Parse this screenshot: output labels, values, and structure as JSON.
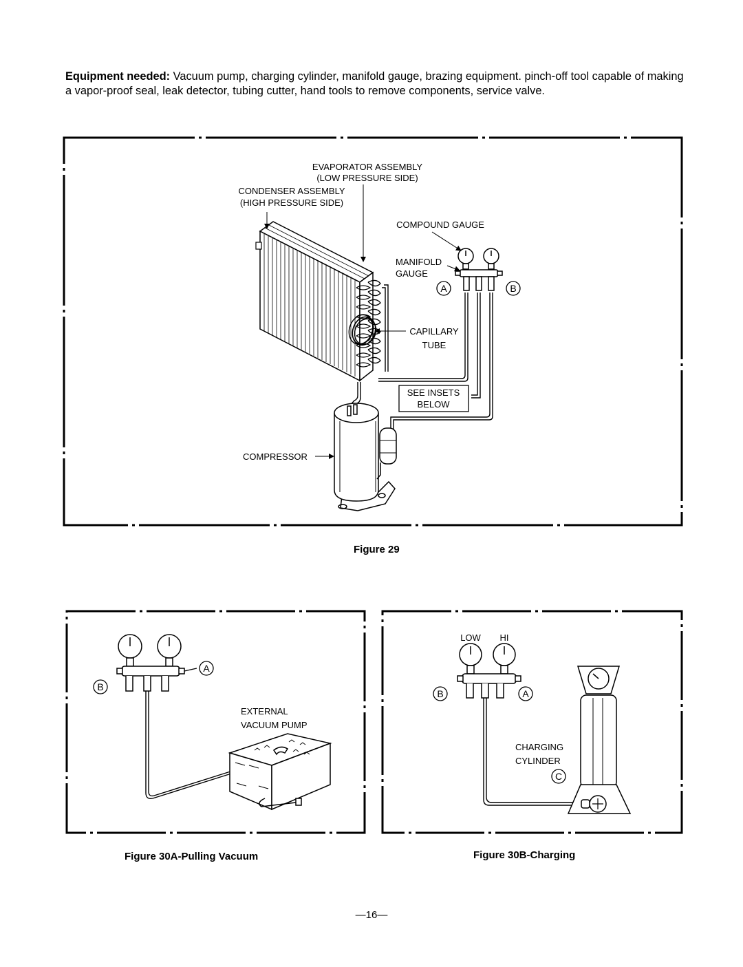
{
  "intro": {
    "lead": "Equipment needed:",
    "text": " Vacuum pump, charging cylinder, manifold gauge, brazing equipment. pinch-off tool capable of making a vapor-proof seal, leak detector, tubing cutter, hand tools to remove components, service valve."
  },
  "figure29": {
    "caption": "Figure 29",
    "labels": {
      "evap1": "EVAPORATOR ASSEMBLY",
      "evap2": "(LOW PRESSURE SIDE)",
      "cond1": "CONDENSER ASSEMBLY",
      "cond2": "(HIGH PRESSURE SIDE)",
      "compound": "COMPOUND GAUGE",
      "manifold1": "MANIFOLD",
      "manifold2": "GAUGE",
      "a": "A",
      "b": "B",
      "cap1": "CAPILLARY",
      "cap2": "TUBE",
      "inset1": "SEE INSETS",
      "inset2": "BELOW",
      "compressor": "COMPRESSOR"
    }
  },
  "figure30a": {
    "caption": "Figure 30A-Pulling Vacuum",
    "labels": {
      "a": "A",
      "b": "B",
      "pump1": "EXTERNAL",
      "pump2": "VACUUM PUMP"
    }
  },
  "figure30b": {
    "caption": "Figure 30B-Charging",
    "labels": {
      "low": "LOW",
      "hi": "HI",
      "b": "B",
      "a": "A",
      "cyl1": "CHARGING",
      "cyl2": "CYLINDER",
      "c": "C"
    }
  },
  "page_number": "—16—"
}
